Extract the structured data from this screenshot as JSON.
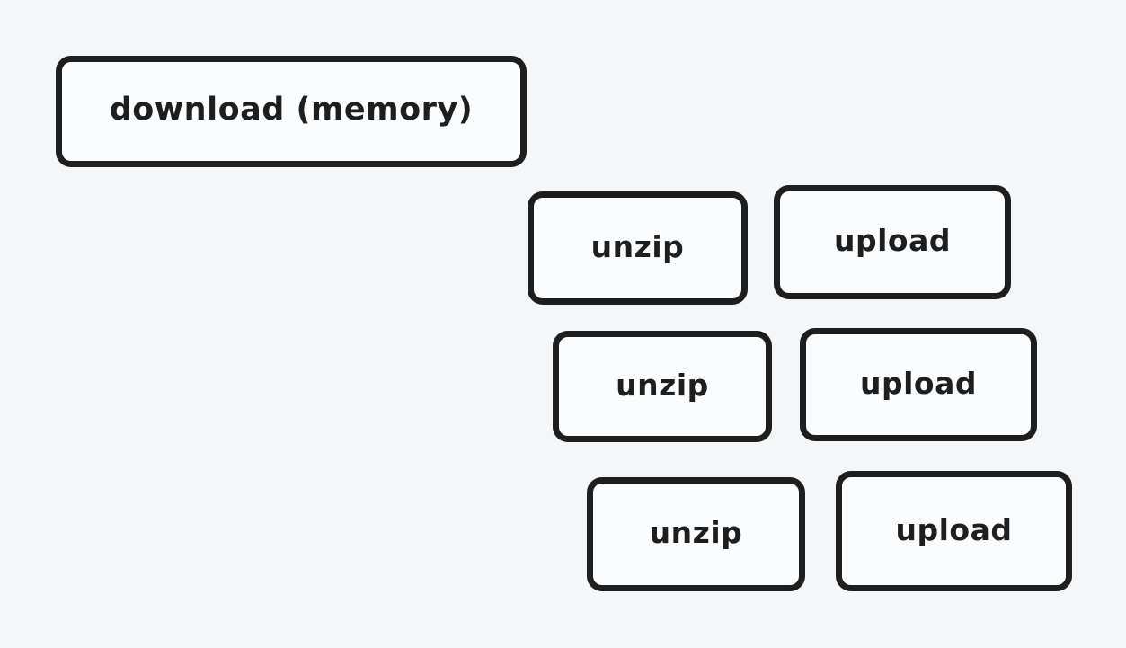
{
  "diagram": {
    "colors": {
      "background": "#f5f6f8",
      "node_stroke": "#1e1e1e",
      "node_fill": "#fbfcfd",
      "text": "#1e1e1e"
    },
    "nodes": {
      "download": {
        "label": "download (memory)"
      },
      "unzip_1": {
        "label": "unzip"
      },
      "upload_1": {
        "label": "upload"
      },
      "unzip_2": {
        "label": "unzip"
      },
      "upload_2": {
        "label": "upload"
      },
      "unzip_3": {
        "label": "unzip"
      },
      "upload_3": {
        "label": "upload"
      }
    }
  }
}
